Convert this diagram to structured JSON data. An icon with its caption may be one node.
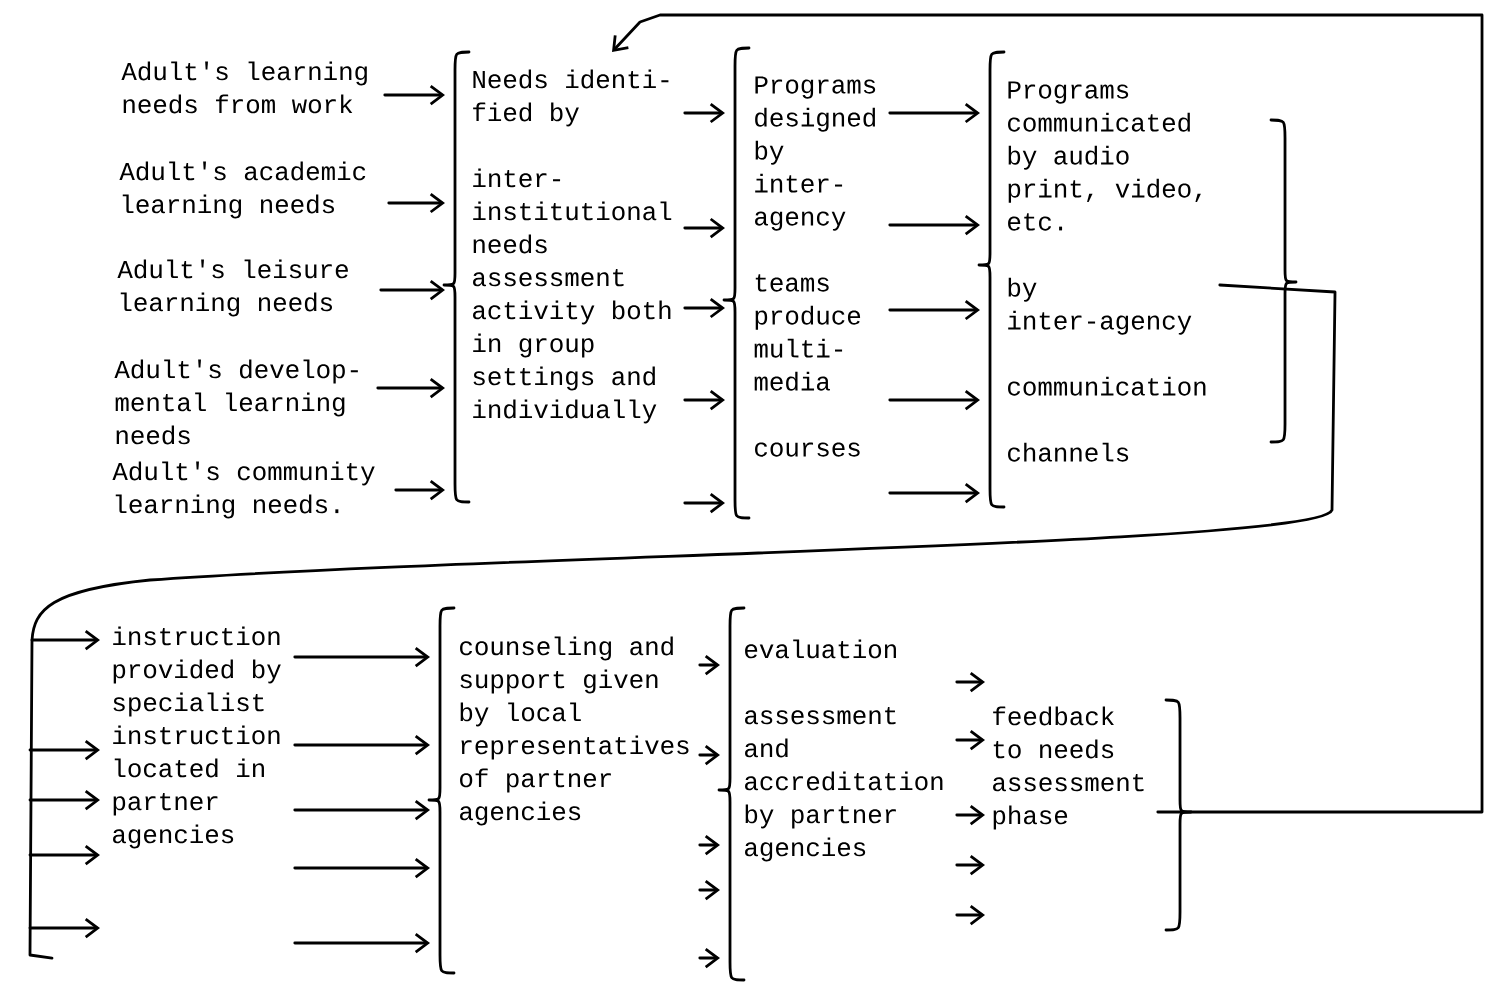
{
  "diagram": {
    "nodes": [
      {
        "text": [
          "Adult's learning needs from work"
        ]
      },
      {
        "text": [
          "Adult's academic learning needs"
        ]
      },
      {
        "text": [
          "Adult's leisure learning needs"
        ]
      },
      {
        "text": [
          "Adult's develop- mental learning needs"
        ]
      },
      {
        "text": [
          "Adult's community learning needs."
        ]
      },
      {
        "text": [
          "Needs identi- fied by",
          "inter- institutional needs assessment activity both in group settings and individually"
        ]
      },
      {
        "text": [
          "Programs designed by inter- agency",
          "teams produce multi- media",
          "courses"
        ]
      },
      {
        "text": [
          "Programs communicated by audio print, video, etc.",
          "by inter-agency",
          "communication",
          "channels"
        ]
      },
      {
        "text": [
          "instruction provided by specialist instruction located in partner agencies"
        ]
      },
      {
        "text": [
          "counseling and support given by local representatives of partner agencies"
        ]
      },
      {
        "text": [
          "evaluation",
          "assessment and accreditation by partner agencies"
        ]
      },
      {
        "text": [
          "feedback to needs assessment phase"
        ]
      }
    ],
    "edges": [
      {
        "from": 0,
        "to": 5,
        "arrow": "to"
      },
      {
        "from": 1,
        "to": 5,
        "arrow": "to"
      },
      {
        "from": 2,
        "to": 5,
        "arrow": "to"
      },
      {
        "from": 3,
        "to": 5,
        "arrow": "to"
      },
      {
        "from": 4,
        "to": 5,
        "arrow": "to"
      },
      {
        "from": 5,
        "to": 6,
        "arrow": "to"
      },
      {
        "from": 5,
        "to": 6,
        "arrow": "to"
      },
      {
        "from": 5,
        "to": 6,
        "arrow": "to"
      },
      {
        "from": 5,
        "to": 6,
        "arrow": "to"
      },
      {
        "from": 5,
        "to": 6,
        "arrow": "to"
      },
      {
        "from": 6,
        "to": 7,
        "arrow": "to"
      },
      {
        "from": 6,
        "to": 7,
        "arrow": "to"
      },
      {
        "from": 6,
        "to": 7,
        "arrow": "to"
      },
      {
        "from": 6,
        "to": 7,
        "arrow": "to"
      },
      {
        "from": 6,
        "to": 7,
        "arrow": "to"
      },
      {
        "from": 7,
        "to": 8,
        "arrow": "to"
      },
      {
        "from": 8,
        "to": 9,
        "arrow": "to"
      },
      {
        "from": 8,
        "to": 9,
        "arrow": "to"
      },
      {
        "from": 8,
        "to": 9,
        "arrow": "to"
      },
      {
        "from": 8,
        "to": 9,
        "arrow": "to"
      },
      {
        "from": 8,
        "to": 9,
        "arrow": "to"
      },
      {
        "from": 9,
        "to": 10,
        "arrow": "to"
      },
      {
        "from": 9,
        "to": 10,
        "arrow": "to"
      },
      {
        "from": 9,
        "to": 10,
        "arrow": "to"
      },
      {
        "from": 9,
        "to": 10,
        "arrow": "to"
      },
      {
        "from": 9,
        "to": 10,
        "arrow": "to"
      },
      {
        "from": 10,
        "to": 11,
        "arrow": "to"
      },
      {
        "from": 10,
        "to": 11,
        "arrow": "to"
      },
      {
        "from": 10,
        "to": 11,
        "arrow": "to"
      },
      {
        "from": 10,
        "to": 11,
        "arrow": "to"
      },
      {
        "from": 10,
        "to": 11,
        "arrow": "to"
      },
      {
        "from": 11,
        "to": 5,
        "arrow": "to"
      }
    ]
  }
}
